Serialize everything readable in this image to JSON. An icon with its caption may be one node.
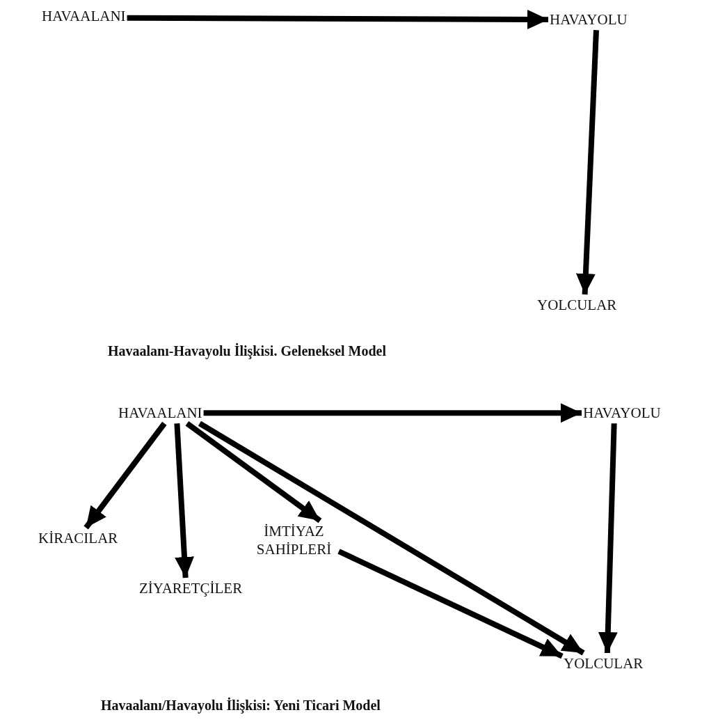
{
  "diagram": {
    "nodes": [
      {
        "text": [
          "HAVAALANI"
        ]
      },
      {
        "text": [
          "HAVAYOLU"
        ]
      },
      {
        "text": [
          "YOLCULAR"
        ]
      },
      {
        "text": [
          "HAVAALANI"
        ]
      },
      {
        "text": [
          "HAVAYOLU"
        ]
      },
      {
        "text": [
          "KİRACILAR"
        ]
      },
      {
        "text": [
          "ZİYARETÇİLER"
        ]
      },
      {
        "text": [
          "İMTİYAZ SAHİPLERİ"
        ]
      },
      {
        "text": [
          "YOLCULAR"
        ]
      }
    ],
    "edges": [
      {
        "from": 0,
        "to": 1,
        "arrow": "to"
      },
      {
        "from": 1,
        "to": 2,
        "arrow": "to"
      },
      {
        "from": 3,
        "to": 4,
        "arrow": "to"
      },
      {
        "from": 3,
        "to": 5,
        "arrow": "to"
      },
      {
        "from": 3,
        "to": 6,
        "arrow": "to"
      },
      {
        "from": 3,
        "to": 7,
        "arrow": "to"
      },
      {
        "from": 3,
        "to": 8,
        "arrow": "to"
      },
      {
        "from": 7,
        "to": 8,
        "arrow": "to"
      },
      {
        "from": 4,
        "to": 8,
        "arrow": "to"
      }
    ],
    "labels": [
      "Havaalanı-Havayolu İlişkisi. Geleneksel Model",
      "Havaalanı/Havayolu İlişkisi: Yeni Ticari Model"
    ]
  }
}
